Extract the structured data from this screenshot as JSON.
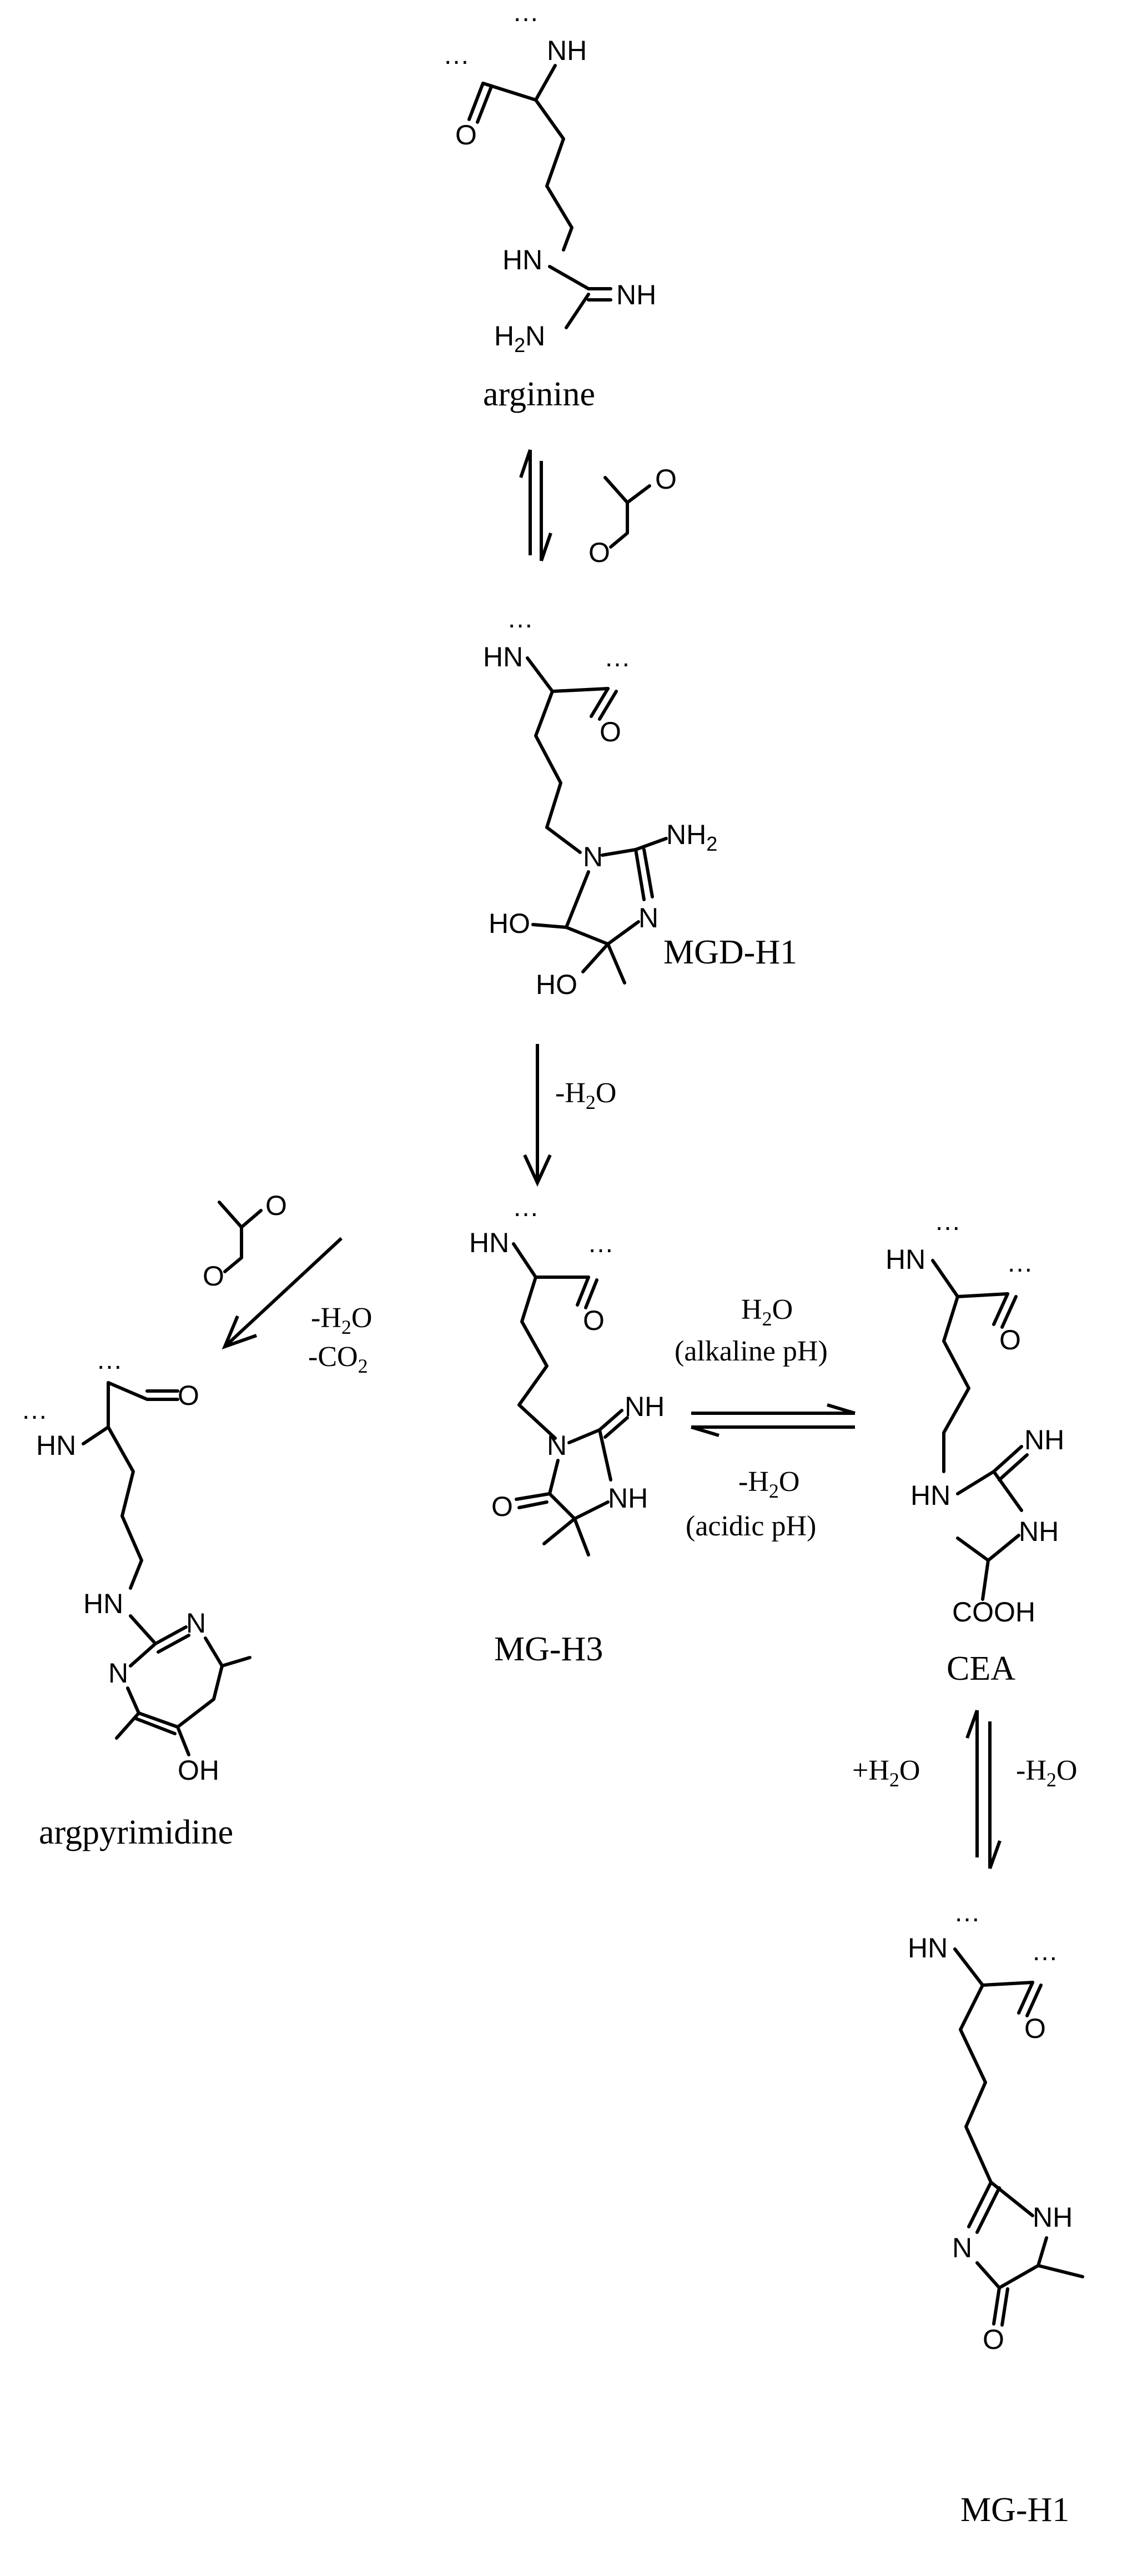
{
  "compounds": {
    "arginine": {
      "name": "arginine",
      "atoms": {
        "nh": "NH",
        "o": "O",
        "hn": "HN",
        "nh_imine": "NH",
        "h2n_h": "H",
        "h2n_sub": "2",
        "h2n_n": "N",
        "cont": "..."
      }
    },
    "mgd_h1": {
      "name": "MGD-H1",
      "atoms": {
        "hn": "HN",
        "o": "O",
        "n": "N",
        "nh2_main": "NH",
        "nh2_sub": "2",
        "ho_1": "HO",
        "ho_2": "HO",
        "n_ring": "N",
        "cont": "..."
      }
    },
    "mg_h3": {
      "name": "MG-H3",
      "atoms": {
        "hn": "HN",
        "o": "O",
        "n": "N",
        "nh_imine": "NH",
        "nh_ring": "NH",
        "o_ring": "O",
        "cont": "..."
      }
    },
    "cea": {
      "name": "CEA",
      "atoms": {
        "hn": "HN",
        "o": "O",
        "hn_2": "HN",
        "nh_imine": "NH",
        "nh": "NH",
        "cooh": "COOH",
        "cont": "..."
      }
    },
    "argpyrimidine": {
      "name": "argpyrimidine",
      "atoms": {
        "o": "O",
        "hn": "HN",
        "hn_2": "HN",
        "n_1": "N",
        "n_2": "N",
        "oh": "OH",
        "cont": "..."
      }
    },
    "mg_h1": {
      "name": "MG-H1",
      "atoms": {
        "hn": "HN",
        "o": "O",
        "nh_ring": "NH",
        "n_ring": "N",
        "o_ring": "O",
        "cont": "..."
      }
    }
  },
  "reagent_methylglyoxal": {
    "o1": "O",
    "o2": "O"
  },
  "conditions": {
    "dehydration_mgdh1": {
      "minus_h": "-H",
      "sub": "2",
      "o": "O"
    },
    "argpyrimidine_step": {
      "line1_minus_h": "-H",
      "line1_sub": "2",
      "line1_o": "O",
      "line2_minus_co": "-CO",
      "line2_sub": "2"
    },
    "cea_forward": {
      "h": "H",
      "sub": "2",
      "o": "O",
      "ph": "(alkaline pH)"
    },
    "cea_reverse": {
      "minus_h": "-H",
      "sub": "2",
      "o": "O",
      "ph": "(acidic pH)"
    },
    "mgh1_forward": {
      "plus_h": "+H",
      "sub": "2",
      "o": "O"
    },
    "mgh1_reverse": {
      "minus_h": "-H",
      "sub": "2",
      "o": "O"
    }
  }
}
